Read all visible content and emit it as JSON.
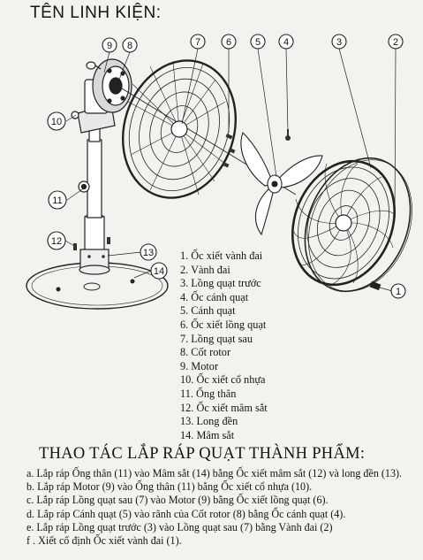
{
  "header": {
    "title": "TÊN LINH KIỆN:"
  },
  "callouts": [
    "1",
    "2",
    "3",
    "4",
    "5",
    "6",
    "7",
    "8",
    "9",
    "10",
    "11",
    "12",
    "13",
    "14"
  ],
  "parts": [
    "1. Ốc xiết vành đai",
    "2. Vành đai",
    "3. Lồng quạt trước",
    "4. Ốc cánh quạt",
    "5. Cánh quạt",
    "6. Ốc xiết lồng quạt",
    "7. Lồng quạt sau",
    "8. Cốt rotor",
    "9. Motor",
    "10. Ốc xiết cổ nhựa",
    "11. Ống thân",
    "12. Ốc xiết mâm sắt",
    "13. Long đền",
    "14. Mâm sắt"
  ],
  "assembly": {
    "title": "THAO TÁC LẮP RÁP QUẠT THÀNH PHẨM:",
    "steps": [
      "a. Lắp ráp Ống thân (11) vào Mâm sắt (14) bằng Ốc xiết mâm sắt (12) và long đền (13).",
      "b. Lắp ráp Motor (9) vào Ống thân (11) bằng Ốc xiết cổ nhựa (10).",
      "c. Lắp ráp Lồng quạt sau (7) vào Motor (9) bằng Ốc xiết lồng quạt (6).",
      "d. Lắp ráp Cánh quạt (5) vào rãnh của Cốt rotor (8) bằng Ốc cánh quạt (4).",
      "e. Lắp ráp Lồng quạt trước (3) vào Lồng quạt sau (7) bằng Vành đai (2)",
      "f . Xiết cố định Ốc xiết vành đai (1)."
    ]
  }
}
